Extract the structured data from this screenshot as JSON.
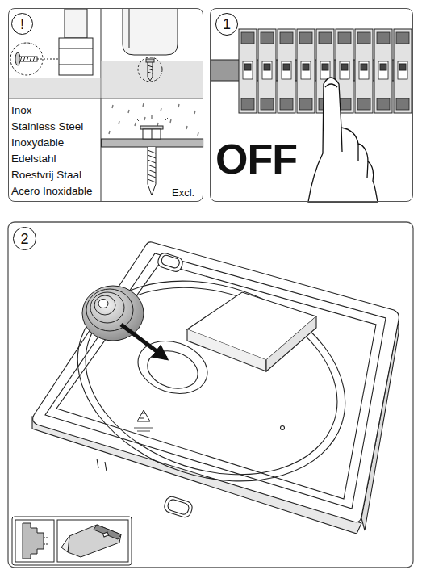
{
  "diagram": {
    "nodes": [
      {
        "text": [
          "Inox",
          "Stainless Steel",
          "Inoxydable",
          "Edelstahl",
          "Roestvrij Staal",
          "Acero Inoxidable",
          "Excl."
        ]
      },
      {
        "text": [
          "!"
        ],
        "in": 0
      },
      {
        "text": [
          "OFF"
        ]
      },
      {
        "text": [
          "1"
        ],
        "in": 2
      },
      {
        "text": [
          "2"
        ]
      }
    ],
    "edges": []
  }
}
